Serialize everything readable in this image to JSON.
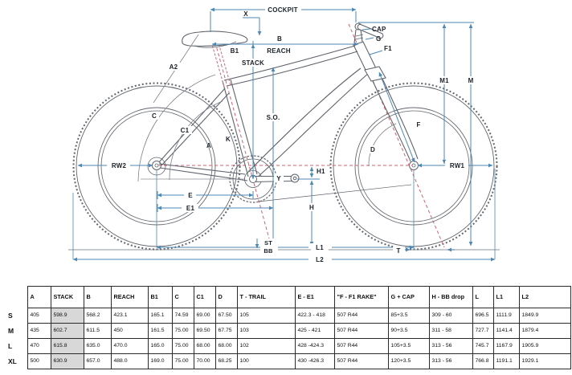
{
  "diagram": {
    "labels": {
      "cockpit": "COCKPIT",
      "x": "X",
      "b": "B",
      "b1": "B1",
      "reach": "REACH",
      "stack": "STACK",
      "cap": "CAP",
      "g": "G",
      "f1": "F1",
      "m1": "M1",
      "m": "M",
      "a2": "A2",
      "c": "C",
      "c1": "C1",
      "a": "A",
      "k": "K",
      "so": "S.O.",
      "rw2": "RW2",
      "rw1": "RW1",
      "e": "E",
      "e1": "E1",
      "h1": "H1",
      "h": "H",
      "y": "Y",
      "d": "D",
      "f": "F",
      "st": "ST",
      "bb": "BB",
      "l1": "L1",
      "l2": "L2",
      "t": "T"
    },
    "colors": {
      "dimension_blue": "#4d87b3",
      "axis_red": "#d2606e",
      "frame_gray": "#5e636b",
      "label_dark": "#1a2128"
    }
  },
  "table": {
    "row_labels": [
      "S",
      "M",
      "L",
      "XL"
    ],
    "columns": [
      "A",
      "STACK",
      "B",
      "REACH",
      "B1",
      "C",
      "C1",
      "D",
      "T - TRAIL",
      "E - E1",
      "\"F - F1 RAKE\"",
      "G + CAP",
      "H - BB drop",
      "L",
      "L1",
      "L2"
    ],
    "highlight_column_index": 1,
    "rows": [
      [
        "405",
        "598.9",
        "568.2",
        "423.1",
        "165.1",
        "74.59",
        "69.00",
        "67.50",
        "105",
        "422.3 - 418",
        "507 R44",
        "85+3.5",
        "309 - 60",
        "696.5",
        "1111.9",
        "1849.9"
      ],
      [
        "435",
        "602.7",
        "611.5",
        "450",
        "161.5",
        "75.00",
        "69.50",
        "67.75",
        "103",
        "425 - 421",
        "507 R44",
        "90+3.5",
        "311 - 58",
        "727.7",
        "1141.4",
        "1879.4"
      ],
      [
        "470",
        "615.8",
        "635.0",
        "470.0",
        "165.0",
        "75.00",
        "68.00",
        "68.00",
        "102",
        "428 -424.3",
        "507 R44",
        "105+3.5",
        "313 - 56",
        "745.7",
        "1167.9",
        "1905.9"
      ],
      [
        "500",
        "630.9",
        "657.0",
        "488.0",
        "169.0",
        "75.00",
        "70.00",
        "68.25",
        "100",
        "430 -426.3",
        "507 R44",
        "120+3.5",
        "313 - 56",
        "766.8",
        "1191.1",
        "1929.1"
      ]
    ]
  }
}
